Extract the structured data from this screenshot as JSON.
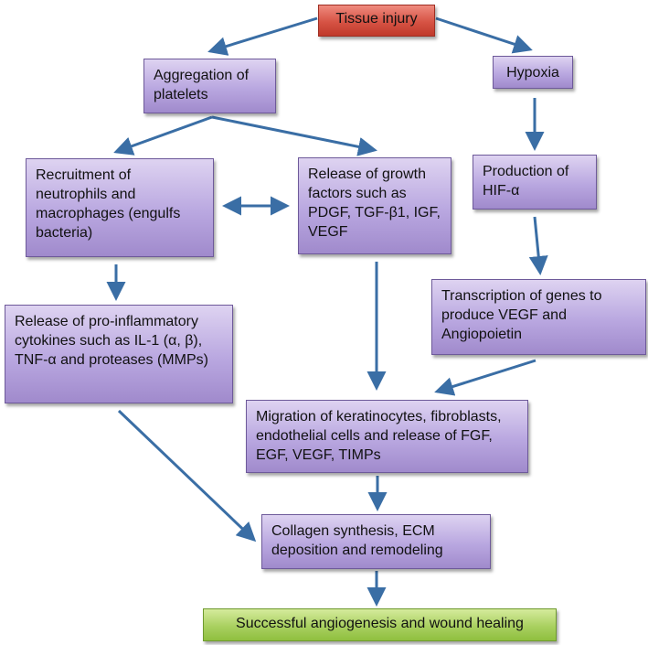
{
  "nodes": {
    "tissue_injury": "Tissue injury",
    "aggregation": "Aggregation of platelets",
    "hypoxia": "Hypoxia",
    "recruitment": "Recruitment of neutrophils and macrophages (engulfs bacteria)",
    "growth_factors": "Release of growth factors such as PDGF, TGF-β1, IGF, VEGF",
    "hif": "Production of HIF-α",
    "transcription": "Transcription of genes to produce VEGF and Angiopoietin",
    "cytokines": "Release of pro-inflammatory cytokines such as IL-1 (α, β), TNF-α and proteases (MMPs)",
    "migration": "Migration of keratinocytes, fibroblasts, endothelial cells and release of FGF, EGF, VEGF, TIMPs",
    "collagen": "Collagen synthesis, ECM deposition and remodeling",
    "success": "Successful angiogenesis and wound healing"
  },
  "colors": {
    "arrow": "#3a6ea5",
    "process_box": "#b9a7e0",
    "start_box": "#d65344",
    "end_box": "#a9d060"
  },
  "edges": [
    {
      "from": "tissue_injury",
      "to": "aggregation"
    },
    {
      "from": "tissue_injury",
      "to": "hypoxia"
    },
    {
      "from": "aggregation",
      "to": "recruitment"
    },
    {
      "from": "aggregation",
      "to": "growth_factors"
    },
    {
      "from": "recruitment",
      "to": "growth_factors",
      "bidirectional": true
    },
    {
      "from": "hypoxia",
      "to": "hif"
    },
    {
      "from": "hif",
      "to": "transcription"
    },
    {
      "from": "recruitment",
      "to": "cytokines"
    },
    {
      "from": "growth_factors",
      "to": "migration"
    },
    {
      "from": "transcription",
      "to": "migration"
    },
    {
      "from": "cytokines",
      "to": "collagen"
    },
    {
      "from": "migration",
      "to": "collagen"
    },
    {
      "from": "collagen",
      "to": "success"
    }
  ]
}
